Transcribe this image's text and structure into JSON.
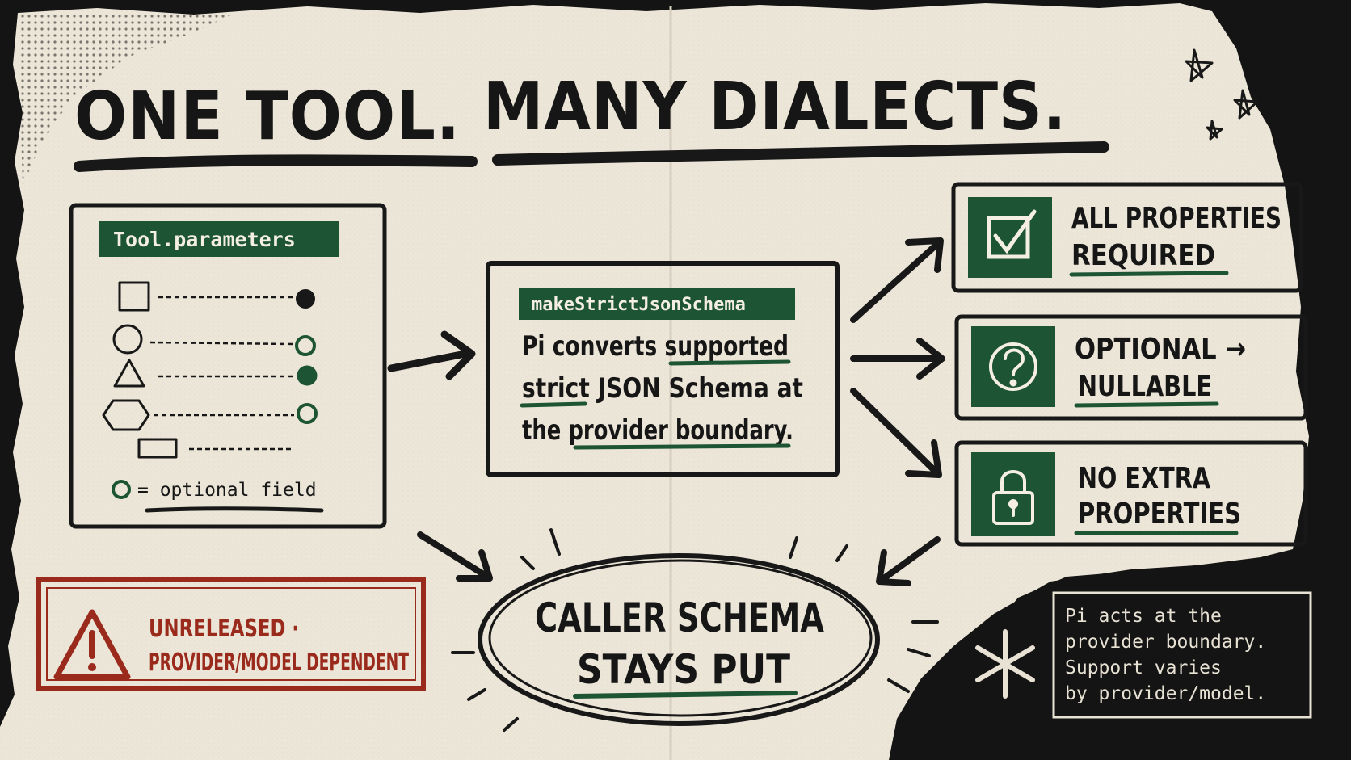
{
  "title": {
    "part1": "ONE TOOL.",
    "part2": "MANY DIALECTS."
  },
  "tool_box": {
    "tag": "Tool.parameters",
    "legend": "= optional field"
  },
  "converter": {
    "tag": "makeStrictJsonSchema",
    "line1": "Pi converts supported",
    "line2": "strict JSON Schema at",
    "line3": "the provider boundary."
  },
  "rules": [
    {
      "line1": "ALL PROPERTIES",
      "line2": "REQUIRED",
      "icon": "checkbox-icon"
    },
    {
      "line1": "OPTIONAL →",
      "line2": "NULLABLE",
      "icon": "question-icon"
    },
    {
      "line1": "NO EXTRA",
      "line2": "PROPERTIES",
      "icon": "lock-icon"
    }
  ],
  "result": {
    "line1": "CALLER SCHEMA",
    "line2": "STAYS PUT"
  },
  "warning": {
    "line1": "UNRELEASED ·",
    "line2": "PROVIDER/MODEL DEPENDENT"
  },
  "note": {
    "line1": "Pi acts at the",
    "line2": "provider boundary.",
    "line3": "Support varies",
    "line4": "by provider/model."
  },
  "colors": {
    "paper": "#ece6d8",
    "ink": "#181818",
    "green": "#1d5433",
    "red": "#9a2a1c",
    "dark": "#141414"
  }
}
